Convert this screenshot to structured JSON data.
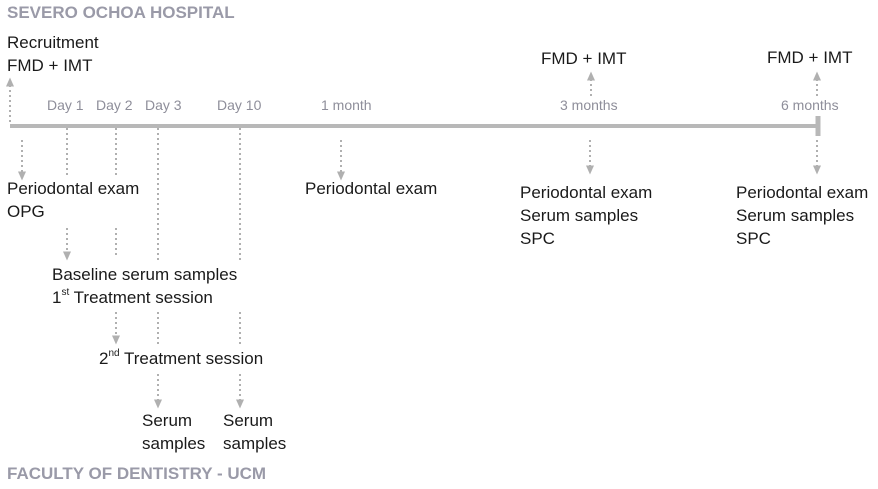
{
  "colors": {
    "heading": "#9a9aa8",
    "timeline": "#b8b8b8",
    "arrow": "#b0b0b0",
    "day_label": "#8e8e9a",
    "text": "#1a1a1a"
  },
  "headings": {
    "top": "SEVERO OCHOA HOSPITAL",
    "bottom": "FACULTY OF DENTISTRY - UCM"
  },
  "above_events": {
    "recruitment_title": "Recruitment",
    "recruitment_fmd": "FMD + IMT",
    "month3_fmd": "FMD + IMT",
    "month6_fmd": "FMD + IMT"
  },
  "timepoints": {
    "day1": "Day 1",
    "day2": "Day 2",
    "day3": "Day 3",
    "day10": "Day 10",
    "month1": "1 month",
    "month3": "3 months",
    "month6": "6 months"
  },
  "below_events": {
    "start_exam": "Periodontal exam",
    "start_opg": "OPG",
    "baseline_serum": "Baseline serum samples",
    "treatment1_ord": "1",
    "treatment1_sup": "st",
    "treatment1_text": " Treatment session",
    "treatment2_ord": "2",
    "treatment2_sup": "nd",
    "treatment2_text": " Treatment session",
    "day3_serum_l1": "Serum",
    "day3_serum_l2": "samples",
    "day10_serum_l1": "Serum",
    "day10_serum_l2": "samples",
    "month1_exam": "Periodontal exam",
    "month3_exam": "Periodontal exam",
    "month3_serum": "Serum samples",
    "month3_spc": "SPC",
    "month6_exam": "Periodontal exam",
    "month6_serum": "Serum samples",
    "month6_spc": "SPC"
  }
}
